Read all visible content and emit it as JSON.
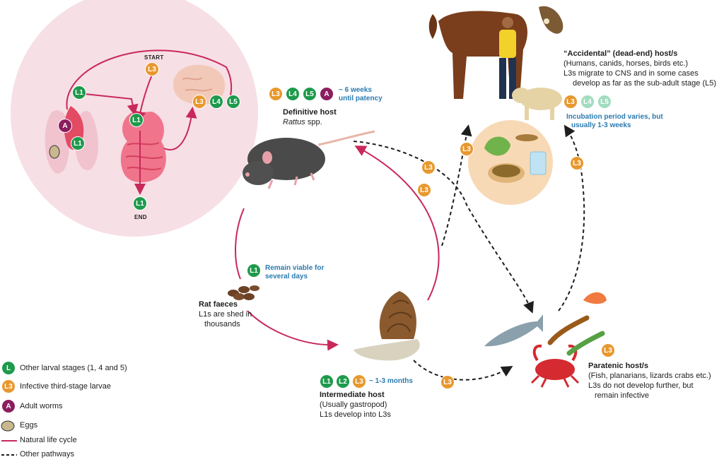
{
  "colors": {
    "green": "#1e9a4c",
    "orange": "#e8982e",
    "purple": "#8b1e5e",
    "crimson": "#c8285a",
    "blue": "#2a7bb0",
    "pink_bg": "#f6dfe5"
  },
  "inset": {
    "start_label": "START",
    "end_label": "END",
    "badges": {
      "l1": "L1",
      "l3": "L3",
      "l4": "L4",
      "l5": "L5",
      "adult": "A"
    }
  },
  "definitive_host": {
    "badges": [
      "L3",
      "L4",
      "L5",
      "A"
    ],
    "time_note": "~ 6 weeks\nuntil patency",
    "title": "Definitive host",
    "subtitle": "Rattus",
    "subtitle_rest": " spp."
  },
  "accidental_host": {
    "title": "“Accidental” (dead-end) host/s",
    "line1": "(Humans, canids, horses, birds etc.)",
    "line2": "L3s migrate to CNS and in some cases",
    "line3": "develop as far as the sub-adult stage (L5)",
    "badges": [
      "L3",
      "L4",
      "L5"
    ],
    "incubation_line1": "Incubation period varies, but",
    "incubation_line2": "usually 1-3 weeks"
  },
  "rat_faeces": {
    "badge": "L1",
    "viability_line1": "Remain viable for",
    "viability_line2": "several days",
    "title": "Rat faeces",
    "line1": "L1s are shed in",
    "line2": "thousands"
  },
  "intermediate_host": {
    "badges": [
      "L1",
      "L2",
      "L3"
    ],
    "time_note": "~ 1-3 months",
    "title": "Intermediate host",
    "line1": "(Usually gastropod)",
    "line2": "L1s develop into L3s"
  },
  "paratenic_host": {
    "badge": "L3",
    "title": "Paratenic host/s",
    "line1": "(Fish, planarians, lizards crabs etc.)",
    "line2": "L3s do not develop further, but",
    "line3": "remain infective"
  },
  "pathway_badges": [
    "L3",
    "L3",
    "L3",
    "L3",
    "L3"
  ],
  "legend": {
    "items": [
      {
        "badge": "L",
        "label": "Other larval stages (1, 4 and 5)"
      },
      {
        "badge": "L3",
        "label": "Infective third-stage larvae"
      },
      {
        "badge": "A",
        "label": "Adult worms"
      },
      {
        "badge": "",
        "label": "Eggs"
      },
      {
        "badge": "",
        "label": "Natural life cycle"
      },
      {
        "badge": "",
        "label": "Other pathways"
      }
    ]
  }
}
